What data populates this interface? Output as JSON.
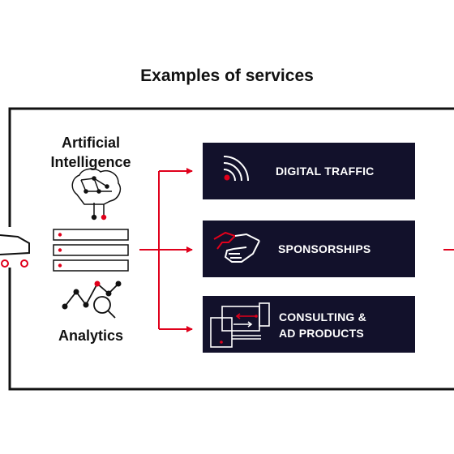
{
  "title": "Examples of services",
  "inputs": {
    "ai_line1": "Artificial",
    "ai_line2": "Intelligence",
    "analytics": "Analytics"
  },
  "services": [
    {
      "line1": "DIGITAL TRAFFIC",
      "line2": "",
      "icon": "signal-waves-icon"
    },
    {
      "line1": "SPONSORSHIPS",
      "line2": "",
      "icon": "handshake-icon"
    },
    {
      "line1": "CONSULTING &",
      "line2": "AD PRODUCTS",
      "icon": "devices-icon"
    }
  ],
  "colors": {
    "accent": "#e0001b",
    "box_fill": "#12112b",
    "outline": "#111111",
    "text_on_dark": "#ffffff"
  }
}
